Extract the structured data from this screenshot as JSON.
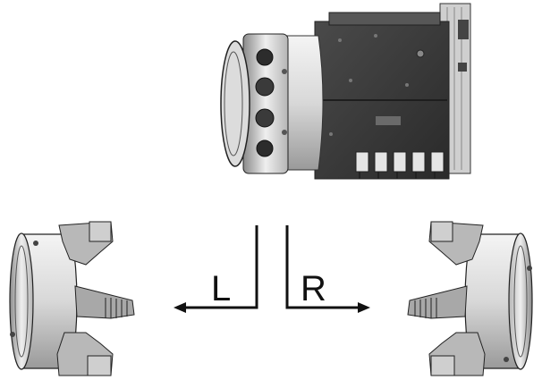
{
  "labels": {
    "left": "L",
    "right": "R"
  },
  "components": {
    "spindle_head": "spindle-head-assembly",
    "left_chuck": "three-jaw-chuck-left",
    "right_chuck": "three-jaw-chuck-right"
  },
  "colors": {
    "housing_dark": "#3c3c3c",
    "metal_light": "#e6e6e6",
    "metal_mid": "#bdbdbd",
    "line": "#111111"
  }
}
